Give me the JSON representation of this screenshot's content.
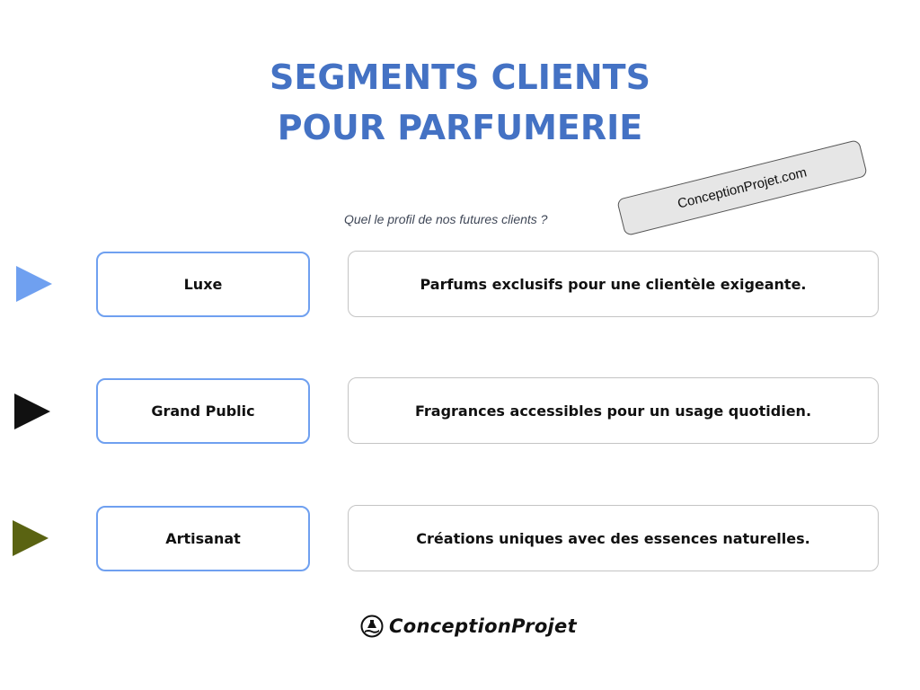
{
  "title": {
    "line1": "SEGMENTS CLIENTS",
    "line2": "POUR PARFUMERIE"
  },
  "stamp": "ConceptionProjet.com",
  "subtitle": "Quel le profil de nos futures clients ?",
  "rows": [
    {
      "segment": "Luxe",
      "description": "Parfums exclusifs pour une clientèle exigeante.",
      "arrow_color": "#6fa0f0"
    },
    {
      "segment": "Grand Public",
      "description": "Fragrances accessibles pour un usage quotidien.",
      "arrow_color": "#111111"
    },
    {
      "segment": "Artisanat",
      "description": "Créations uniques avec des essences naturelles.",
      "arrow_color": "#5a6312"
    }
  ],
  "footer_logo": {
    "text": "ConceptionProjet",
    "icon": "flask-hand-icon"
  },
  "colors": {
    "title": "#4472c4",
    "segment_border": "#6fa0f0",
    "desc_border": "#c4c4c4"
  }
}
